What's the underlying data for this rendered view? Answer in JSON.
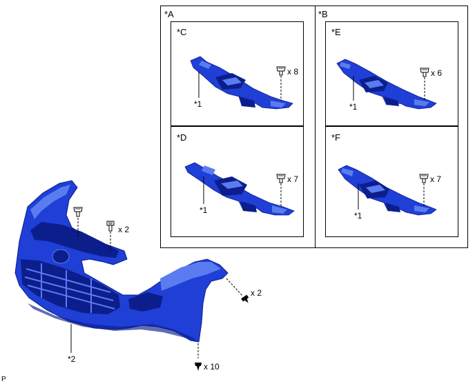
{
  "groups": [
    {
      "label": "*A",
      "panels": [
        {
          "label": "*C",
          "part_label": "*1",
          "quantity": "x 8"
        },
        {
          "label": "*D",
          "part_label": "*1",
          "quantity": "x 7"
        }
      ]
    },
    {
      "label": "*B",
      "panels": [
        {
          "label": "*E",
          "part_label": "*1",
          "quantity": "x 6"
        },
        {
          "label": "*F",
          "part_label": "*1",
          "quantity": "x 7"
        }
      ]
    }
  ],
  "bumper": {
    "part_label": "*2",
    "bolt_top_quantity": "x 2",
    "screw_side_quantity": "x 2",
    "screw_bottom_quantity": "x 10"
  },
  "footer_code": "P",
  "colors": {
    "part_blue": "#1f3fd6",
    "part_dark": "#0c1e8c",
    "part_light": "#5b7cf0",
    "line": "#000000"
  },
  "icons": [
    "clip-icon",
    "screw-icon"
  ]
}
